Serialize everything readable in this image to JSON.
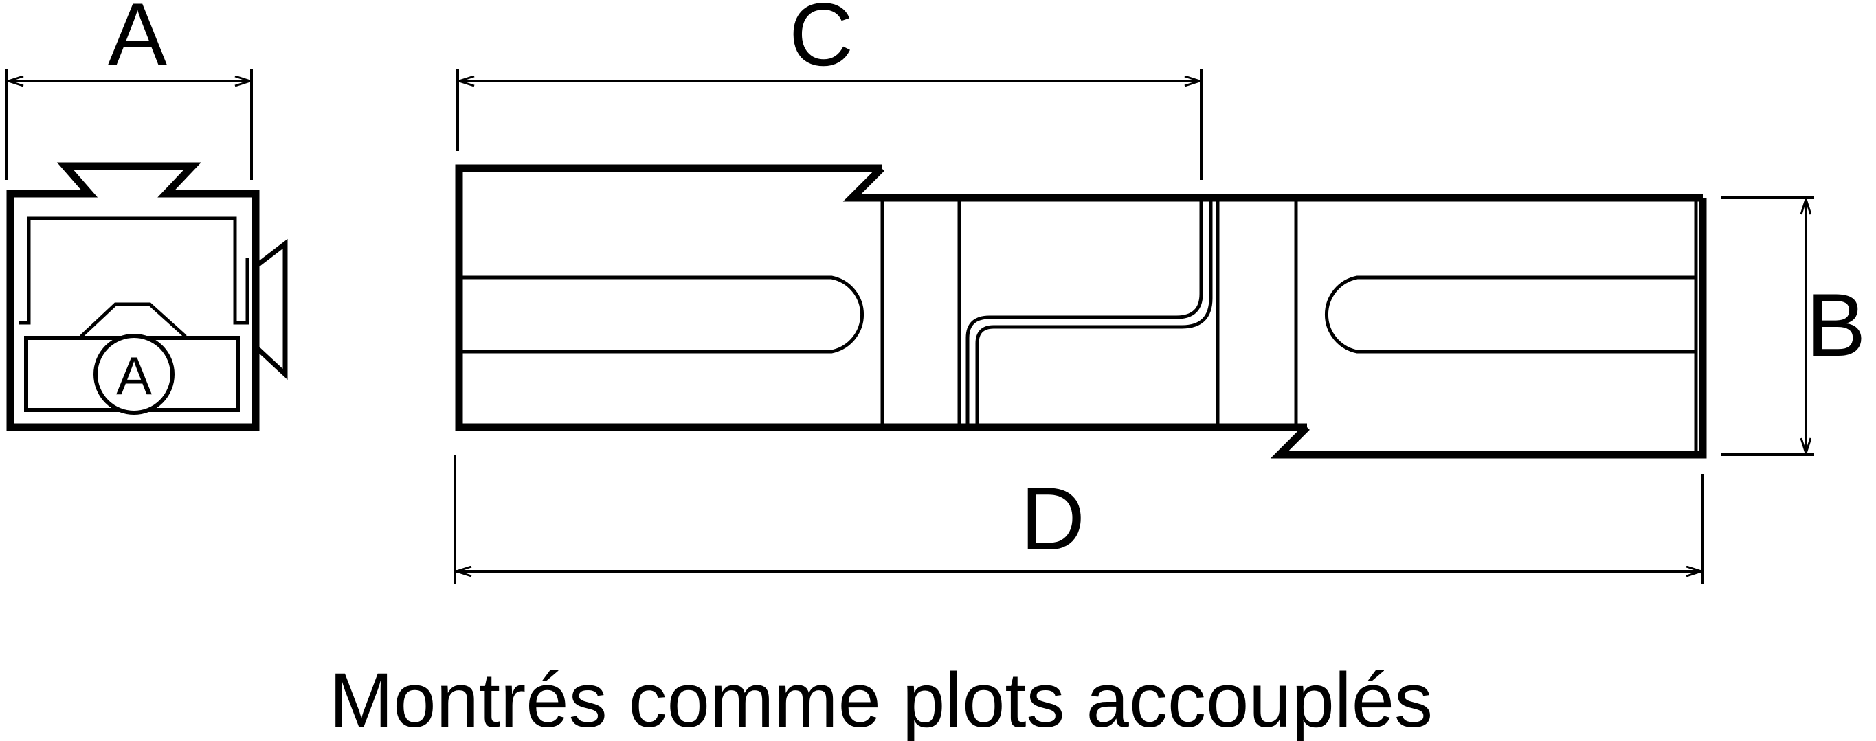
{
  "dimensions": {
    "a": "A",
    "b": "B",
    "c": "C",
    "d": "D"
  },
  "end_view": {
    "badge": "A"
  },
  "caption": "Montrés comme plots accouplés",
  "colors": {
    "ink": "#000000",
    "paper": "#ffffff"
  }
}
